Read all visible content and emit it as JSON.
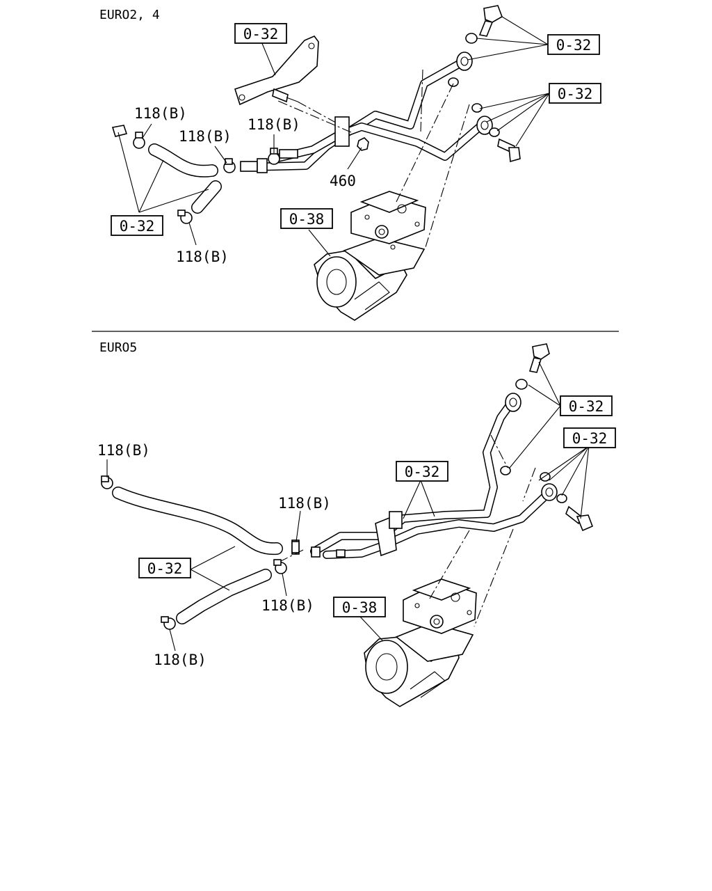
{
  "sections": {
    "top": {
      "title": "EURO2, 4"
    },
    "bottom": {
      "title": "EURO5"
    }
  },
  "labels": {
    "top": {
      "bracket_ref": "0-32",
      "bolt_ref": "0-32",
      "fitting_ref": "0-32",
      "hose_ref": "0-32",
      "compressor_ref": "0-38",
      "clamp_1": "118(B)",
      "clamp_2": "118(B)",
      "clamp_3": "118(B)",
      "clamp_4": "118(B)",
      "nut_ref": "460"
    },
    "bottom": {
      "upper_bolt_ref": "0-32",
      "lower_bolt_ref": "0-32",
      "pipe_ref": "0-32",
      "hose_ref": "0-32",
      "compressor_ref": "0-38",
      "clamp_1": "118(B)",
      "clamp_2": "118(B)",
      "clamp_3": "118(B)",
      "clamp_4": "118(B)"
    }
  }
}
